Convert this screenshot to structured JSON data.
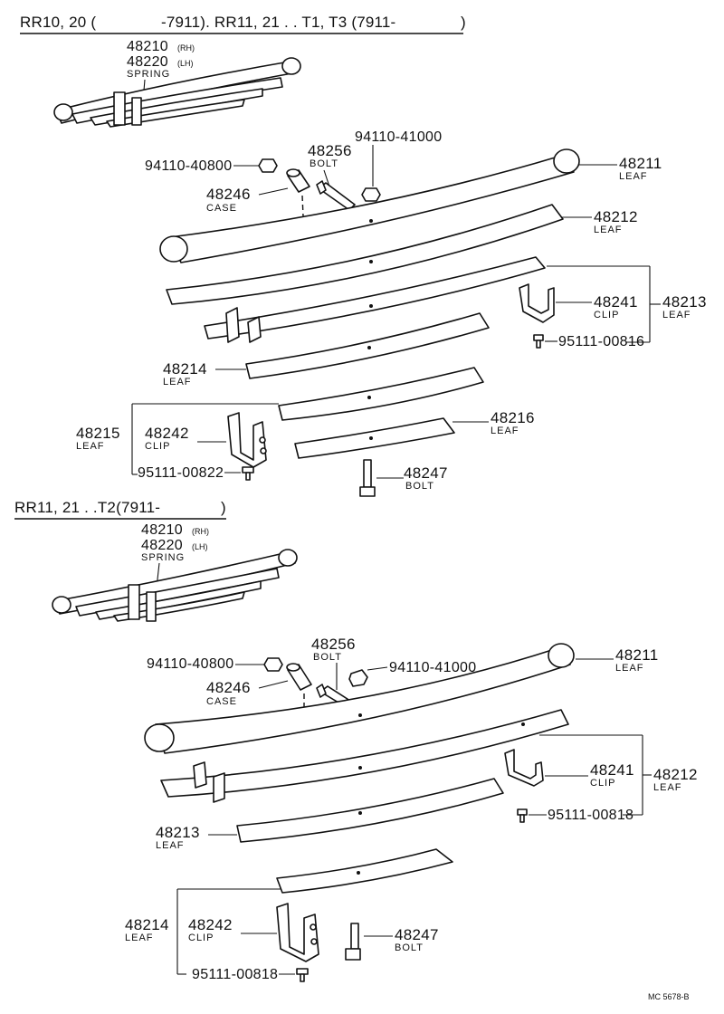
{
  "sections": [
    {
      "header": {
        "a": "RR10, 20 (",
        "b": "-7911). RR11, 21 . . T1, T3 (7911-",
        "c": ")"
      },
      "spring": {
        "rh": "48210",
        "rh_sfx": "(RH)",
        "lh": "48220",
        "lh_sfx": "(LH)",
        "label": "SPRING"
      },
      "nut_a": "94110-40800",
      "bolt": {
        "num": "48256",
        "label": "BOLT"
      },
      "nut_b": "94110-41000",
      "case": {
        "num": "48246",
        "label": "CASE"
      },
      "leaf1": {
        "num": "48211",
        "label": "LEAF"
      },
      "leaf2": {
        "num": "48212",
        "label": "LEAF"
      },
      "clip1": {
        "num": "48241",
        "label": "CLIP"
      },
      "group1": {
        "num": "48213",
        "label": "LEAF"
      },
      "screw1": "95111-00816",
      "leaf4": {
        "num": "48214",
        "label": "LEAF"
      },
      "group2": {
        "num": "48215",
        "label": "LEAF"
      },
      "clip2": {
        "num": "48242",
        "label": "CLIP"
      },
      "leaf6": {
        "num": "48216",
        "label": "LEAF"
      },
      "screw2": "95111-00822",
      "bolt2": {
        "num": "48247",
        "label": "BOLT"
      }
    },
    {
      "header": {
        "a": "RR11, 21 . .T2(7911-",
        "b": ")"
      },
      "spring": {
        "rh": "48210",
        "rh_sfx": "(RH)",
        "lh": "48220",
        "lh_sfx": "(LH)",
        "label": "SPRING"
      },
      "nut_a": "94110-40800",
      "bolt": {
        "num": "48256",
        "label": "BOLT"
      },
      "nut_b": "94110-41000",
      "case": {
        "num": "48246",
        "label": "CASE"
      },
      "leaf1": {
        "num": "48211",
        "label": "LEAF"
      },
      "clip1": {
        "num": "48241",
        "label": "CLIP"
      },
      "group1": {
        "num": "48212",
        "label": "LEAF"
      },
      "screw1": "95111-00818",
      "leaf3": {
        "num": "48213",
        "label": "LEAF"
      },
      "group2": {
        "num": "48214",
        "label": "LEAF"
      },
      "clip2": {
        "num": "48242",
        "label": "CLIP"
      },
      "bolt2": {
        "num": "48247",
        "label": "BOLT"
      },
      "screw2": "95111-00818"
    }
  ],
  "footer_code": "MC 5678-B"
}
